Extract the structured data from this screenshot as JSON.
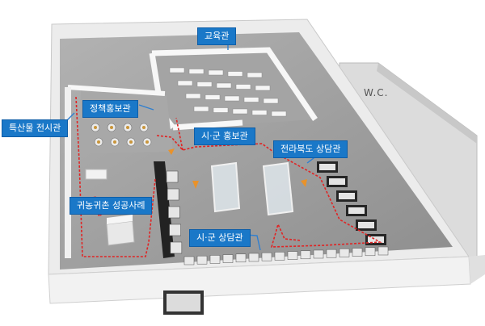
{
  "labels": {
    "education_hall": "교육관",
    "specialty_exhibit": "특산물 전시관",
    "policy_promotion": "정책홍보관",
    "city_county_promo": "시·군 홍보관",
    "jeonbuk_consult": "전라북도 상담관",
    "return_farm_success": "귀농귀촌 성공사례",
    "city_county_consult": "시·군 상담관",
    "wc": "W.C."
  },
  "colors": {
    "label_bg": "#1a78c8",
    "route_red": "#e02424",
    "leader_blue": "#2f7fd0",
    "floor": "#9a9a9a",
    "wall": "#f4f4f4"
  }
}
